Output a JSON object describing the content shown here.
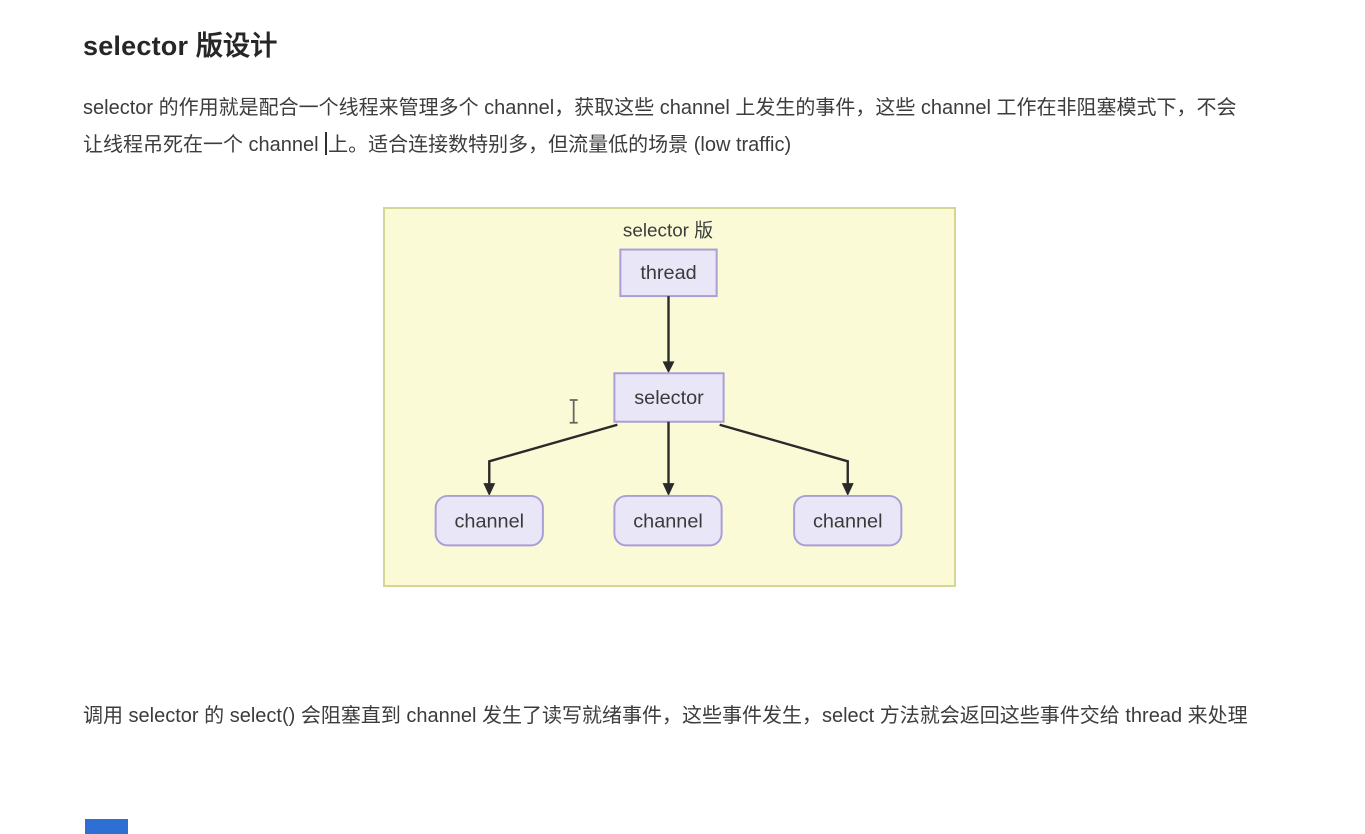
{
  "heading": "selector 版设计",
  "paragraph1": {
    "before_caret": "selector 的作用就是配合一个线程来管理多个 channel，获取这些 channel 上发生的事件，这些 channel 工作在非阻塞模式下，不会让线程吊死在一个 channel ",
    "after_caret": "上。适合连接数特别多，但流量低的场景 (low traffic)"
  },
  "diagram": {
    "title": "selector 版",
    "nodes": {
      "thread": "thread",
      "selector": "selector",
      "channel1": "channel",
      "channel2": "channel",
      "channel3": "channel"
    }
  },
  "paragraph2": "调用 selector 的 select() 会阻塞直到 channel 发生了读写就绪事件，这些事件发生，select 方法就会返回这些事件交给 thread 来处理",
  "colors": {
    "diagram-bg": "#fafad6",
    "diagram-border": "#d5d694",
    "node-fill": "#e9e6f7",
    "node-border": "#ab9ed6",
    "arrow": "#2a2a2a",
    "text": "#3a3a3a",
    "blue-box": "#2d6fd2"
  }
}
